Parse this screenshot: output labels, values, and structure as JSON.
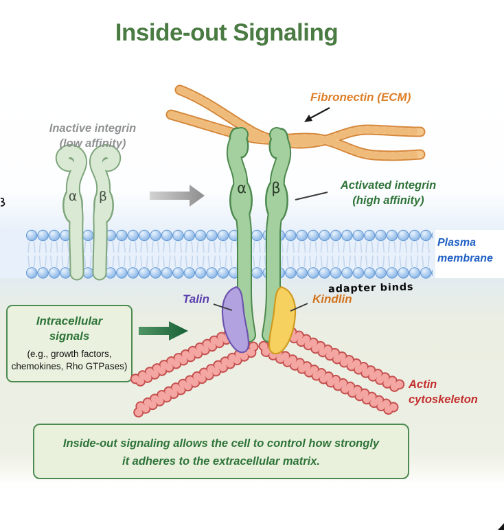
{
  "title": "Inside-out Signaling",
  "diagram": {
    "fibronectin_label": "Fibronectin (ECM)",
    "inactive_integrin": {
      "line1": "Inactive integrin",
      "line2": "(low affinity)"
    },
    "activated_integrin": {
      "line1": "Activated integrin",
      "line2": "(high affinity)"
    },
    "plasma_membrane": {
      "line1": "Plasma",
      "line2": "membrane"
    },
    "talin_label": "Talin",
    "kindlin_label": "Kindlin",
    "handwritten_note": "adapter binds",
    "alpha": "α",
    "beta": "β",
    "actin": {
      "line1": "Actin",
      "line2": "cytoskeleton"
    }
  },
  "intracellular_box": {
    "title_line1": "Intracellular",
    "title_line2": "signals",
    "detail_line1": "(e.g., growth factors,",
    "detail_line2": "chemokines, Rho GTPases)"
  },
  "caption_box": {
    "line1": "Inside-out signaling allows the cell to control how strongly",
    "line2": "it adheres to the extracellular matrix."
  },
  "colors": {
    "title_green": "#4a7b42",
    "fibronectin_orange": "#dd7f28",
    "inactive_gray": "#8f9192",
    "activated_green": "#2e7338",
    "plasma_blue": "#1f5fc4",
    "talin_purple": "#5b3fae",
    "kindlin_orange": "#d3731c",
    "actin_red": "#c32f2f",
    "membrane_blue": "#8cb8e8",
    "integrin_green": "#a4cf9e",
    "box_fill": "#eaf2df",
    "box_border": "#4c8a50"
  }
}
